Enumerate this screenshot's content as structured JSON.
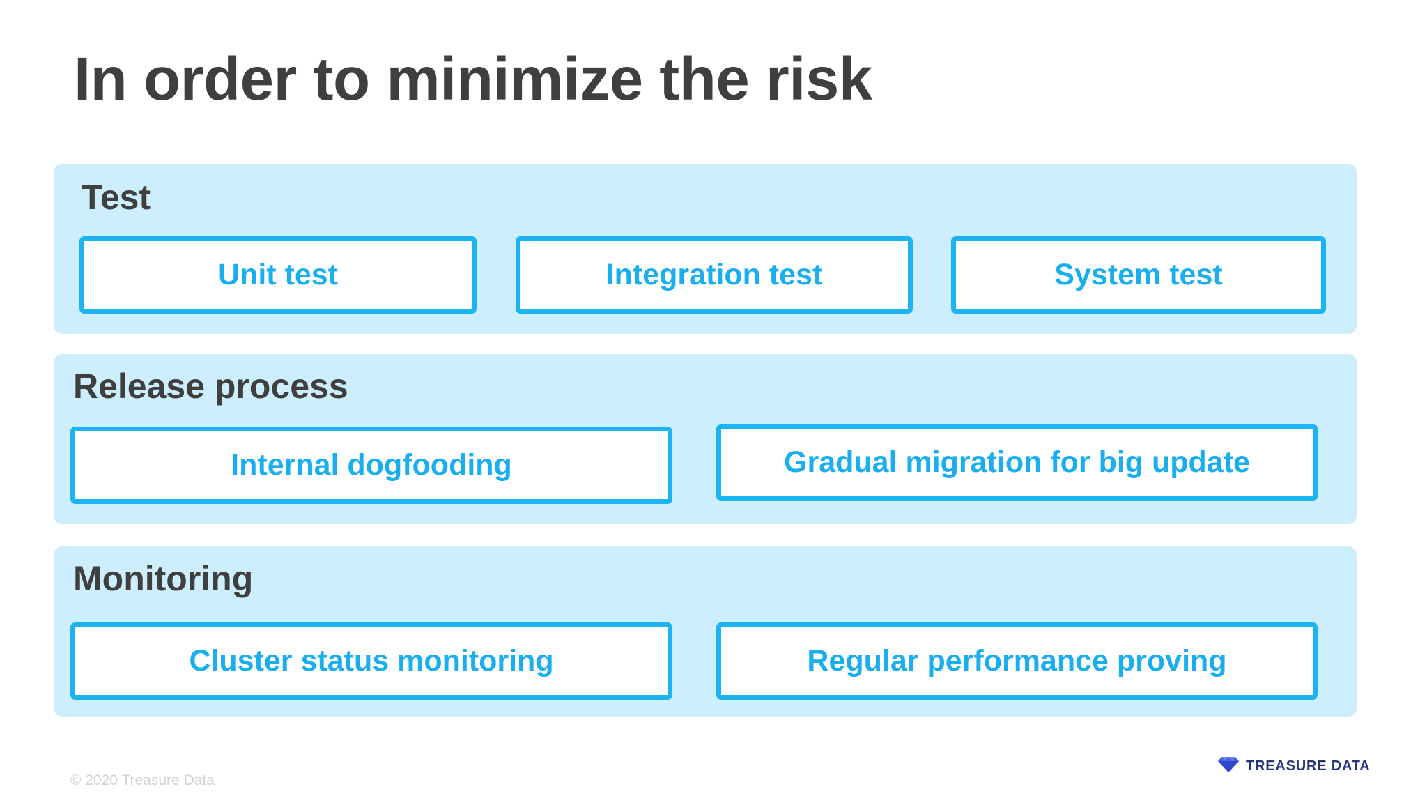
{
  "title": "In order to minimize the risk",
  "sections": [
    {
      "heading": "Test",
      "items": [
        "Unit test",
        "Integration test",
        "System test"
      ]
    },
    {
      "heading": "Release process",
      "items": [
        "Internal dogfooding",
        "Gradual migration for big update"
      ]
    },
    {
      "heading": "Monitoring",
      "items": [
        "Cluster status monitoring",
        "Regular performance proving"
      ]
    }
  ],
  "footer": {
    "copyright": "© 2020 Treasure Data",
    "brand_name": "TREASURE DATA",
    "brand_icon": "diamond-logo-icon"
  },
  "colors": {
    "title_text": "#3f3f3f",
    "panel_background": "#cdeefd",
    "item_border": "#1bb3f2",
    "item_text": "#19aef0",
    "brand_text": "#24357a",
    "brand_icon": "#4462e8"
  }
}
